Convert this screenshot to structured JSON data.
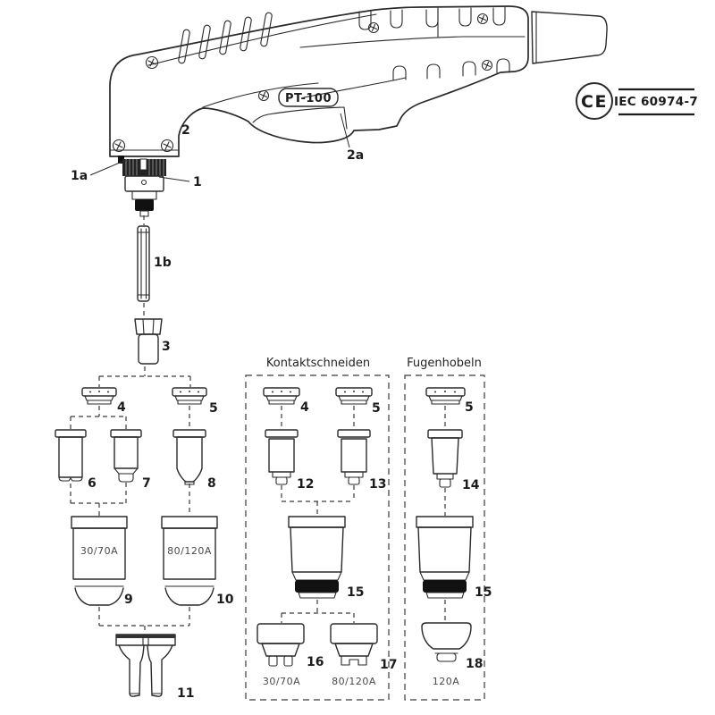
{
  "badge": {
    "model": "PT-100"
  },
  "certification": {
    "mark": "CE",
    "standard": "IEC 60974-7"
  },
  "sections": {
    "contact_cutting": "Kontaktschneiden",
    "gouging": "Fugenhobeln"
  },
  "callouts": {
    "n1": "1",
    "n1a": "1a",
    "n1b": "1b",
    "n2": "2",
    "n2a": "2a",
    "n3": "3",
    "n4": "4",
    "n5": "5",
    "n6": "6",
    "n7": "7",
    "n8": "8",
    "n9": "9",
    "n10": "10",
    "n11": "11",
    "n12": "12",
    "n13": "13",
    "n14": "14",
    "n15": "15",
    "n16": "16",
    "n17": "17",
    "n18": "18"
  },
  "ratings": {
    "r30_70": "30/70A",
    "r80_120": "80/120A",
    "r120": "120A"
  }
}
